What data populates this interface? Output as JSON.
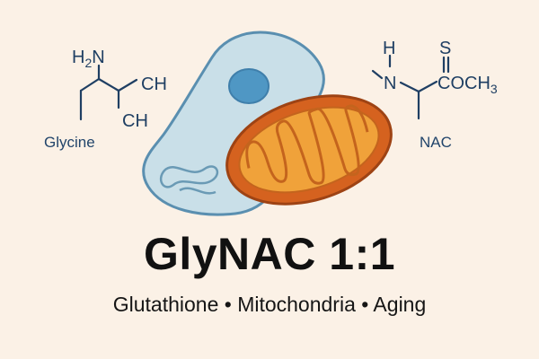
{
  "glycine": {
    "caption": "Glycine",
    "amine": "H2N",
    "ch_top": "CH",
    "ch_bottom": "CH"
  },
  "nac": {
    "caption": "NAC",
    "hydrogen": "H",
    "nitrogen": "N",
    "sulfur": "S",
    "group": "COCH3"
  },
  "title": "GlyNAC 1:1",
  "subtitle": "Glutathione • Mitochondria • Aging",
  "colors": {
    "background": "#fbf1e6",
    "cell": "#c9dfe8",
    "cell_outline": "#5a8fb0",
    "nucleus": "#4f97c4",
    "mitochondrion_outer": "#d5621f",
    "mitochondrion_inner": "#f0a23a",
    "text_dark": "#111111",
    "formula": "#1f3f63"
  },
  "icons": [
    "cell-icon",
    "nucleus-icon",
    "mitochondrion-icon"
  ]
}
